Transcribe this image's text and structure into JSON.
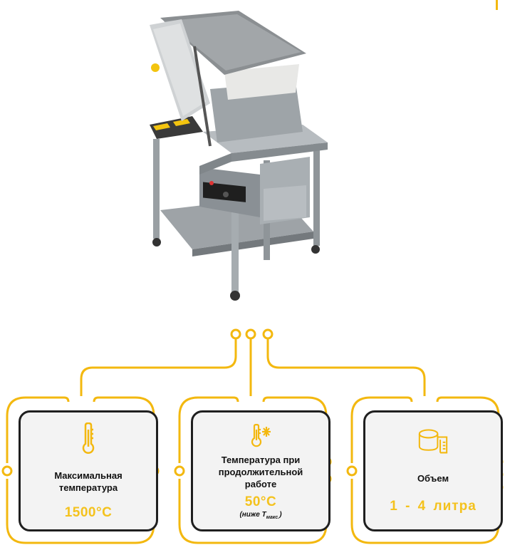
{
  "colors": {
    "accent": "#f3b80f",
    "value_text": "#f4c21d",
    "card_border": "#1f1f1f",
    "card_fill": "#f3f3f3"
  },
  "product_image": {
    "icon": "lab-furnace-on-cart-image"
  },
  "cards": [
    {
      "icon": "thermometer-icon",
      "title_lines": [
        "Максимальная",
        "температура"
      ],
      "value": "1500°C",
      "note": ""
    },
    {
      "icon": "thermometer-cold-icon",
      "title_lines": [
        "Температура при",
        "продолжительной",
        "работе"
      ],
      "value": "50°C",
      "note": "(ниже T",
      "note_sub": "макс.",
      "note_close": ")"
    },
    {
      "icon": "tape-measure-icon",
      "title_lines": [
        "Объем"
      ],
      "value": "1 - 4 литра",
      "note": ""
    }
  ]
}
